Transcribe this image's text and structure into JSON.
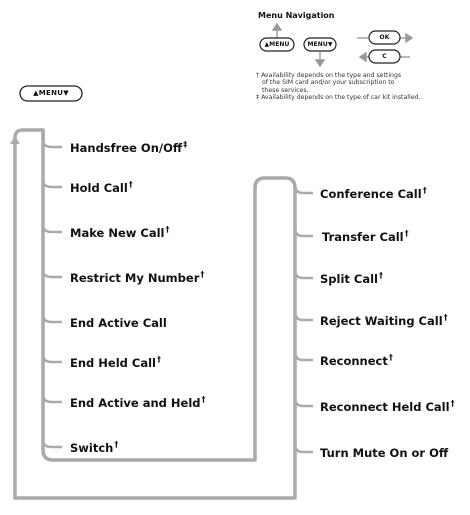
{
  "menu_navigation": {
    "title": "Menu Navigation",
    "up_button_label": "▲MENU",
    "down_button_label": "MENU▼",
    "ok_button_label": "OK",
    "back_button_label": "C"
  },
  "footnotes": {
    "dagger_symbol": "†",
    "dagger_line1": "Availability depends on the type and settings",
    "dagger_line2": "of the SIM card and/or your subscription to",
    "dagger_line3": "these services.",
    "ddagger_symbol": "‡",
    "ddagger_line1": "Availability depends on the type of car kit installed."
  },
  "main_menu_button_label": "▲MENU▼",
  "left_menu": [
    {
      "label": "Handsfree On/Off",
      "mark": "‡"
    },
    {
      "label": "Hold Call",
      "mark": "†"
    },
    {
      "label": "Make New Call",
      "mark": "†"
    },
    {
      "label": "Restrict My Number",
      "mark": "†"
    },
    {
      "label": "End Active Call",
      "mark": ""
    },
    {
      "label": "End Held Call",
      "mark": "†"
    },
    {
      "label": "End Active and Held",
      "mark": "†"
    },
    {
      "label": "Switch",
      "mark": "†"
    }
  ],
  "right_menu": [
    {
      "label": "Conference Call",
      "mark": "†"
    },
    {
      "label": "Transfer Call",
      "mark": "†"
    },
    {
      "label": "Split Call",
      "mark": "†"
    },
    {
      "label": "Reject Waiting Call",
      "mark": "†"
    },
    {
      "label": "Reconnect",
      "mark": "†"
    },
    {
      "label": "Reconnect Held Call",
      "mark": "†"
    },
    {
      "label": "Turn Mute On or Off",
      "mark": ""
    }
  ]
}
